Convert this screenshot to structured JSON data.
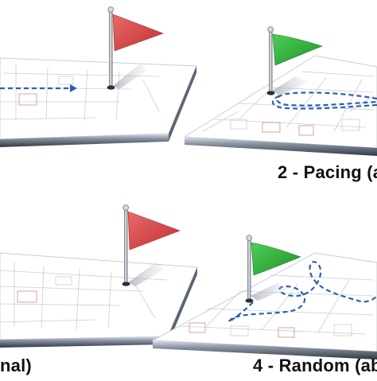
{
  "panels": [
    {
      "id": "top-left",
      "caption": "",
      "flag_color": "#d94444",
      "path_style": "straight-dashed"
    },
    {
      "id": "top-right",
      "caption": "2 - Pacing (ab",
      "flag_color": "#2aa832",
      "path_style": "pacing-loop"
    },
    {
      "id": "bottom-left",
      "caption": "nal)",
      "flag_color": "#d94444",
      "path_style": "none"
    },
    {
      "id": "bottom-right",
      "caption": "4 - Random (ab",
      "flag_color": "#2aa832",
      "path_style": "random-wander"
    }
  ],
  "colors": {
    "board_surface": "#ffffff",
    "board_edge": "#3a4250",
    "board_edge_light": "#b7c0cc",
    "path": "#2d5fb0",
    "floorplan_line": "#c9cdd3",
    "floorplan_accent": "#d98a8a"
  }
}
